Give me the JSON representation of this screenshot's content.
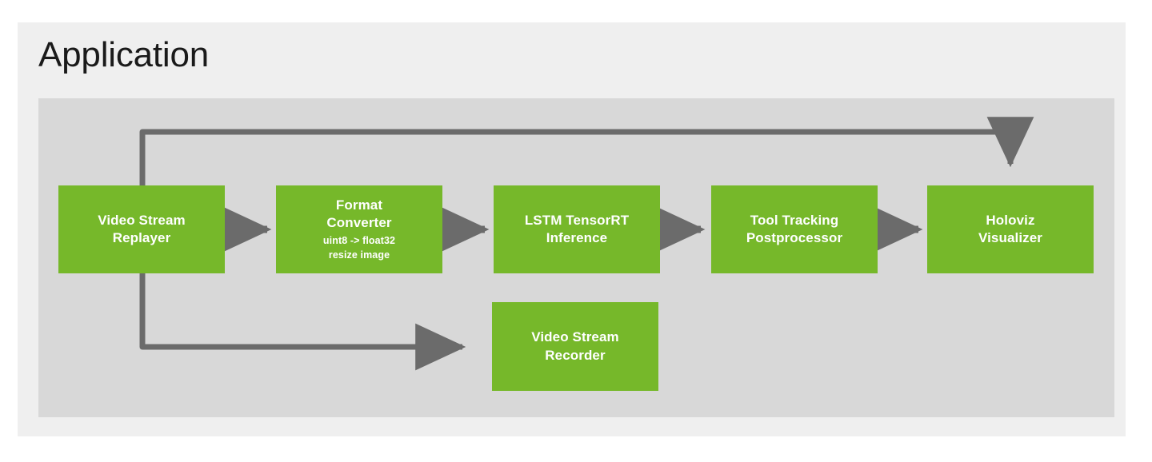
{
  "diagram": {
    "title": "Application",
    "colors": {
      "node_fill": "#76b82a",
      "node_text": "#ffffff",
      "panel_bg": "#d8d8d8",
      "card_bg": "#efefef",
      "connector": "#6b6b6b",
      "title_text": "#1a1a1a"
    },
    "nodes": [
      {
        "id": "video-stream-replayer",
        "title": "Video Stream\nReplayer",
        "line1": "Video Stream",
        "line2": "Replayer",
        "sub1": "",
        "sub2": ""
      },
      {
        "id": "format-converter",
        "title": "Format\nConverter",
        "line1": "Format",
        "line2": "Converter",
        "sub1": "uint8 -> float32",
        "sub2": "resize image"
      },
      {
        "id": "lstm-tensorrt-inference",
        "title": "LSTM TensorRT\nInference",
        "line1": "LSTM TensorRT",
        "line2": "Inference",
        "sub1": "",
        "sub2": ""
      },
      {
        "id": "tool-tracking-postprocessor",
        "title": "Tool Tracking\nPostprocessor",
        "line1": "Tool Tracking",
        "line2": "Postprocessor",
        "sub1": "",
        "sub2": ""
      },
      {
        "id": "holoviz-visualizer",
        "title": "Holoviz\nVisualizer",
        "line1": "Holoviz",
        "line2": "Visualizer",
        "sub1": "",
        "sub2": ""
      },
      {
        "id": "video-stream-recorder",
        "title": "Video Stream\nRecorder",
        "line1": "Video Stream",
        "line2": "Recorder",
        "sub1": "",
        "sub2": ""
      }
    ],
    "edges": [
      {
        "id": "replayer-to-format-converter",
        "from": "video-stream-replayer",
        "to": "format-converter",
        "kind": "straight-right"
      },
      {
        "id": "format-converter-to-lstm",
        "from": "format-converter",
        "to": "lstm-tensorrt-inference",
        "kind": "straight-right"
      },
      {
        "id": "lstm-to-tool-tracking",
        "from": "lstm-tensorrt-inference",
        "to": "tool-tracking-postprocessor",
        "kind": "straight-right"
      },
      {
        "id": "tool-tracking-to-holoviz",
        "from": "tool-tracking-postprocessor",
        "to": "holoviz-visualizer",
        "kind": "straight-right"
      },
      {
        "id": "replayer-to-holoviz-top",
        "from": "video-stream-replayer",
        "to": "holoviz-visualizer",
        "kind": "routed-over-top"
      },
      {
        "id": "replayer-to-recorder-bottom",
        "from": "video-stream-replayer",
        "to": "video-stream-recorder",
        "kind": "routed-under-bottom"
      }
    ]
  }
}
